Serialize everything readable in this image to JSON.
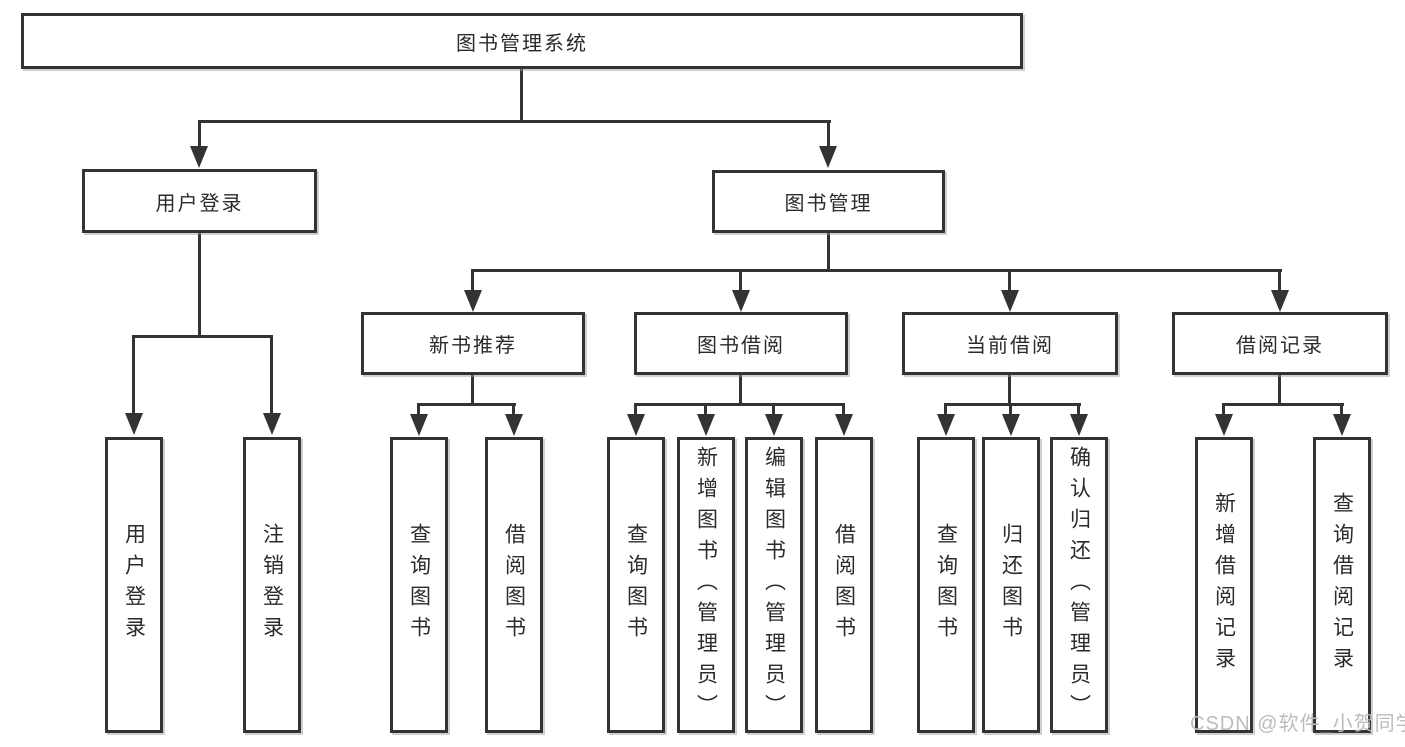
{
  "tree": {
    "root": "图书管理系统",
    "branches": [
      {
        "label": "用户登录",
        "children": [
          "用户登录",
          "注销登录"
        ]
      },
      {
        "label": "图书管理",
        "children": [
          {
            "label": "新书推荐",
            "children": [
              "查询图书",
              "借阅图书"
            ]
          },
          {
            "label": "图书借阅",
            "children": [
              "查询图书",
              "新增图书（管理员）",
              "编辑图书（管理员）",
              "借阅图书"
            ]
          },
          {
            "label": "当前借阅",
            "children": [
              "查询图书",
              "归还图书",
              "确认归还（管理员）"
            ]
          },
          {
            "label": "借阅记录",
            "children": [
              "新增借阅记录",
              "查询借阅记录"
            ]
          }
        ]
      }
    ]
  },
  "watermark": {
    "text": "CSDN @软件_小贺同学"
  },
  "colors": {
    "line": "#333333",
    "box_border": "#333333",
    "box_fill": "#ffffff",
    "text": "#2b2b2b",
    "watermark": "#bcbcbc",
    "background": "#ffffff"
  }
}
